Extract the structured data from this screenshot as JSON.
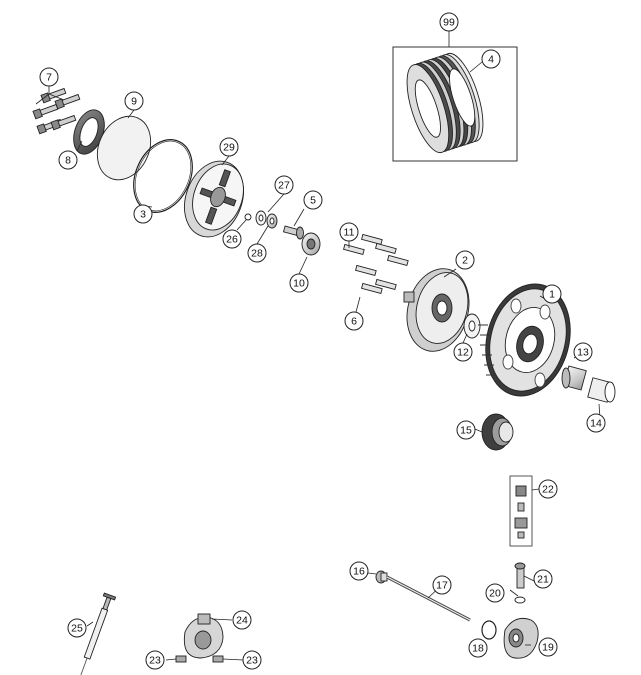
{
  "diagram": {
    "callouts": [
      {
        "id": "callout-99",
        "label": "99",
        "part": "clutch-kit-box"
      },
      {
        "id": "callout-4",
        "label": "4",
        "part": "clutch-disc-pack"
      },
      {
        "id": "callout-7",
        "label": "7",
        "part": "bolts"
      },
      {
        "id": "callout-8",
        "label": "8",
        "part": "spring-plate"
      },
      {
        "id": "callout-9",
        "label": "9",
        "part": "shim-disc"
      },
      {
        "id": "callout-3",
        "label": "3",
        "part": "o-ring-gasket"
      },
      {
        "id": "callout-29",
        "label": "29",
        "part": "pressure-plate"
      },
      {
        "id": "callout-27",
        "label": "27",
        "part": "washer"
      },
      {
        "id": "callout-26",
        "label": "26",
        "part": "small-ball"
      },
      {
        "id": "callout-28",
        "label": "28",
        "part": "bearing"
      },
      {
        "id": "callout-5",
        "label": "5",
        "part": "pressure-piece"
      },
      {
        "id": "callout-10",
        "label": "10",
        "part": "collar-nut"
      },
      {
        "id": "callout-11",
        "label": "11",
        "part": "pins"
      },
      {
        "id": "callout-6",
        "label": "6",
        "part": "pins"
      },
      {
        "id": "callout-2",
        "label": "2",
        "part": "inner-clutch-hub"
      },
      {
        "id": "callout-12",
        "label": "12",
        "part": "thrust-washer"
      },
      {
        "id": "callout-1",
        "label": "1",
        "part": "primary-gear-basket"
      },
      {
        "id": "callout-13",
        "label": "13",
        "part": "needle-bearing"
      },
      {
        "id": "callout-14",
        "label": "14",
        "part": "bushing"
      },
      {
        "id": "callout-15",
        "label": "15",
        "part": "small-gear"
      },
      {
        "id": "callout-22",
        "label": "22",
        "part": "bleed-valve-set"
      },
      {
        "id": "callout-16",
        "label": "16",
        "part": "push-rod-head"
      },
      {
        "id": "callout-17",
        "label": "17",
        "part": "push-rod"
      },
      {
        "id": "callout-20",
        "label": "20",
        "part": "fitting-washer"
      },
      {
        "id": "callout-21",
        "label": "21",
        "part": "banjo-fitting"
      },
      {
        "id": "callout-18",
        "label": "18",
        "part": "o-ring"
      },
      {
        "id": "callout-19",
        "label": "19",
        "part": "slave-cylinder"
      },
      {
        "id": "callout-25",
        "label": "25",
        "part": "syringe"
      },
      {
        "id": "callout-24",
        "label": "24",
        "part": "slave-cylinder-cover"
      },
      {
        "id": "callout-23a",
        "label": "23",
        "part": "bolt-left"
      },
      {
        "id": "callout-23b",
        "label": "23",
        "part": "bolt-right"
      }
    ]
  },
  "colors": {
    "line": "#222222",
    "part_fill": "#ededed",
    "part_mid": "#b8b8b8",
    "part_dark": "#4a4a4a"
  }
}
